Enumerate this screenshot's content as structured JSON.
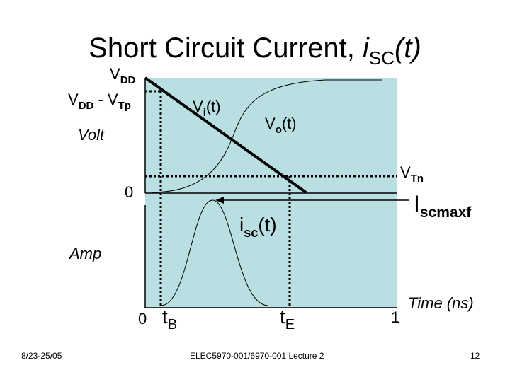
{
  "title": {
    "main": "Short Circuit Current, ",
    "var": "i",
    "sub": "SC",
    "arg": "(t)"
  },
  "labels": {
    "vdd": {
      "main": "V",
      "sub": "DD"
    },
    "vdd_minus_vtp": {
      "main1": "V",
      "sub1": "DD",
      "mid": " - V",
      "sub2": "Tp"
    },
    "vi": {
      "main": "V",
      "sub": "i",
      "arg": "(t)"
    },
    "vo": {
      "main": "V",
      "sub": "o",
      "arg": "(t)"
    },
    "volt": "Volt",
    "vtn": {
      "main": "V",
      "sub": "Tn"
    },
    "zero_volt": "0",
    "iscmaxf": {
      "main": "I",
      "sub": "scmaxf"
    },
    "isc": {
      "main": "i",
      "sub": "sc",
      "arg": "(t)"
    },
    "amp": "Amp",
    "zero_time": "0",
    "tb": {
      "main": "t",
      "sub": "B"
    },
    "te": {
      "main": "t",
      "sub": "E"
    },
    "one": "1",
    "time": "Time (ns)"
  },
  "footer": {
    "date": "8/23-25/05",
    "course": "ELEC5970-001/6970-001 Lecture 2",
    "page": "12"
  },
  "colors": {
    "plot_bg": "#b9dfe2",
    "line": "#000000"
  }
}
